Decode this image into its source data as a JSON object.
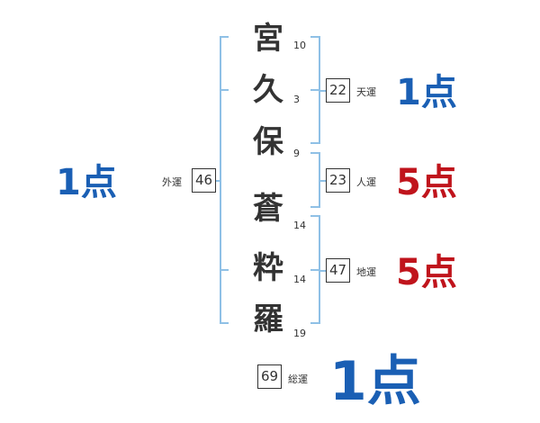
{
  "name_chars": [
    {
      "char": "宮",
      "strokes": "10"
    },
    {
      "char": "久",
      "strokes": "3"
    },
    {
      "char": "保",
      "strokes": "9"
    },
    {
      "char": "蒼",
      "strokes": "14"
    },
    {
      "char": "粋",
      "strokes": "14"
    },
    {
      "char": "羅",
      "strokes": "19"
    }
  ],
  "fortunes": {
    "tenun": {
      "label": "天運",
      "value": "22",
      "score": "1点"
    },
    "jinun": {
      "label": "人運",
      "value": "23",
      "score": "5点"
    },
    "chiun": {
      "label": "地運",
      "value": "47",
      "score": "5点"
    },
    "gaiun": {
      "label": "外運",
      "value": "46",
      "score": "1点"
    },
    "souun": {
      "label": "総運",
      "value": "69",
      "score": "1点"
    }
  },
  "colors": {
    "good": "#c0141c",
    "bad": "#1a5fb4",
    "bracket": "#8fc0e6"
  }
}
